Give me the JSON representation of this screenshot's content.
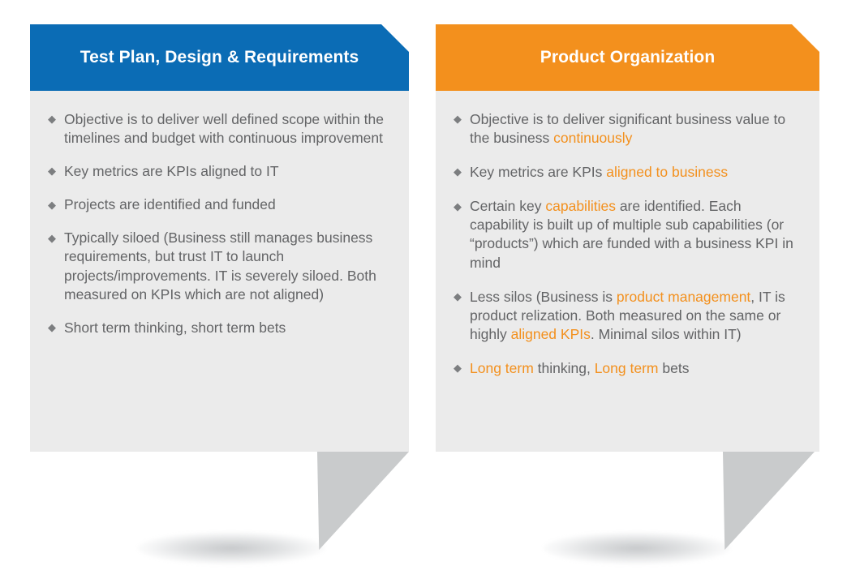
{
  "colors": {
    "blue": "#0b6cb5",
    "orange": "#f3901d",
    "body_bg": "#ebebeb",
    "tail": "#c9cbcc",
    "text": "#636466"
  },
  "bullet_glyph": "◆",
  "cards": [
    {
      "id": "test-plan-design-requirements",
      "header": "Test Plan, Design & Requirements",
      "accent": "#0b6cb5",
      "bullets": [
        {
          "plain": "Objective is to deliver well defined scope within the timelines and budget with continuous improvement",
          "parts": [
            {
              "text": "Objective is to deliver well defined scope within the timelines and budget with continuous improvement",
              "highlight": false
            }
          ]
        },
        {
          "plain": "Key metrics are KPIs aligned to IT",
          "parts": [
            {
              "text": "Key metrics are KPIs aligned to IT",
              "highlight": false
            }
          ]
        },
        {
          "plain": "Projects are identified and funded",
          "parts": [
            {
              "text": "Projects are identified and funded",
              "highlight": false
            }
          ]
        },
        {
          "plain": "Typically siloed (Business still manages business requirements, but trust IT to launch projects/improvements. IT is severely siloed. Both measured on KPIs which are not aligned)",
          "parts": [
            {
              "text": "Typically siloed (Business still manages business requirements, but trust IT to launch projects/improvements. IT is severely siloed. Both measured on KPIs which are not aligned)",
              "highlight": false
            }
          ]
        },
        {
          "plain": "Short term thinking, short term bets",
          "parts": [
            {
              "text": "Short term thinking, short term bets",
              "highlight": false
            }
          ]
        }
      ]
    },
    {
      "id": "product-organization",
      "header": "Product Organization",
      "accent": "#f3901d",
      "bullets": [
        {
          "plain": "Objective is to deliver significant business value to the business continuously",
          "parts": [
            {
              "text": "Objective is to deliver significant business value to the business ",
              "highlight": false
            },
            {
              "text": "continuously",
              "highlight": true
            }
          ]
        },
        {
          "plain": "Key metrics are KPIs aligned to business",
          "parts": [
            {
              "text": "Key metrics are KPIs ",
              "highlight": false
            },
            {
              "text": "aligned to business",
              "highlight": true
            }
          ]
        },
        {
          "plain": "Certain key capabilities are identified. Each capability is built up of multiple sub capabilities (or “products”) which are funded with a business KPI in mind",
          "parts": [
            {
              "text": "Certain key ",
              "highlight": false
            },
            {
              "text": "capabilities",
              "highlight": true
            },
            {
              "text": " are identified. Each capability is built up of multiple sub capabilities (or “products”) which are funded with a business KPI in mind",
              "highlight": false
            }
          ]
        },
        {
          "plain": "Less silos (Business is product management, IT is product relization. Both measured on the same or highly aligned KPIs. Minimal silos within IT)",
          "parts": [
            {
              "text": "Less silos (Business is ",
              "highlight": false
            },
            {
              "text": "product management",
              "highlight": true
            },
            {
              "text": ", IT is product relization. Both measured on the same or highly ",
              "highlight": false
            },
            {
              "text": "aligned KPIs",
              "highlight": true
            },
            {
              "text": ". Minimal silos within IT)",
              "highlight": false
            }
          ]
        },
        {
          "plain": "Long term thinking, Long term bets",
          "parts": [
            {
              "text": "Long term",
              "highlight": true
            },
            {
              "text": " thinking, ",
              "highlight": false
            },
            {
              "text": "Long term",
              "highlight": true
            },
            {
              "text": " bets",
              "highlight": false
            }
          ]
        }
      ]
    }
  ]
}
